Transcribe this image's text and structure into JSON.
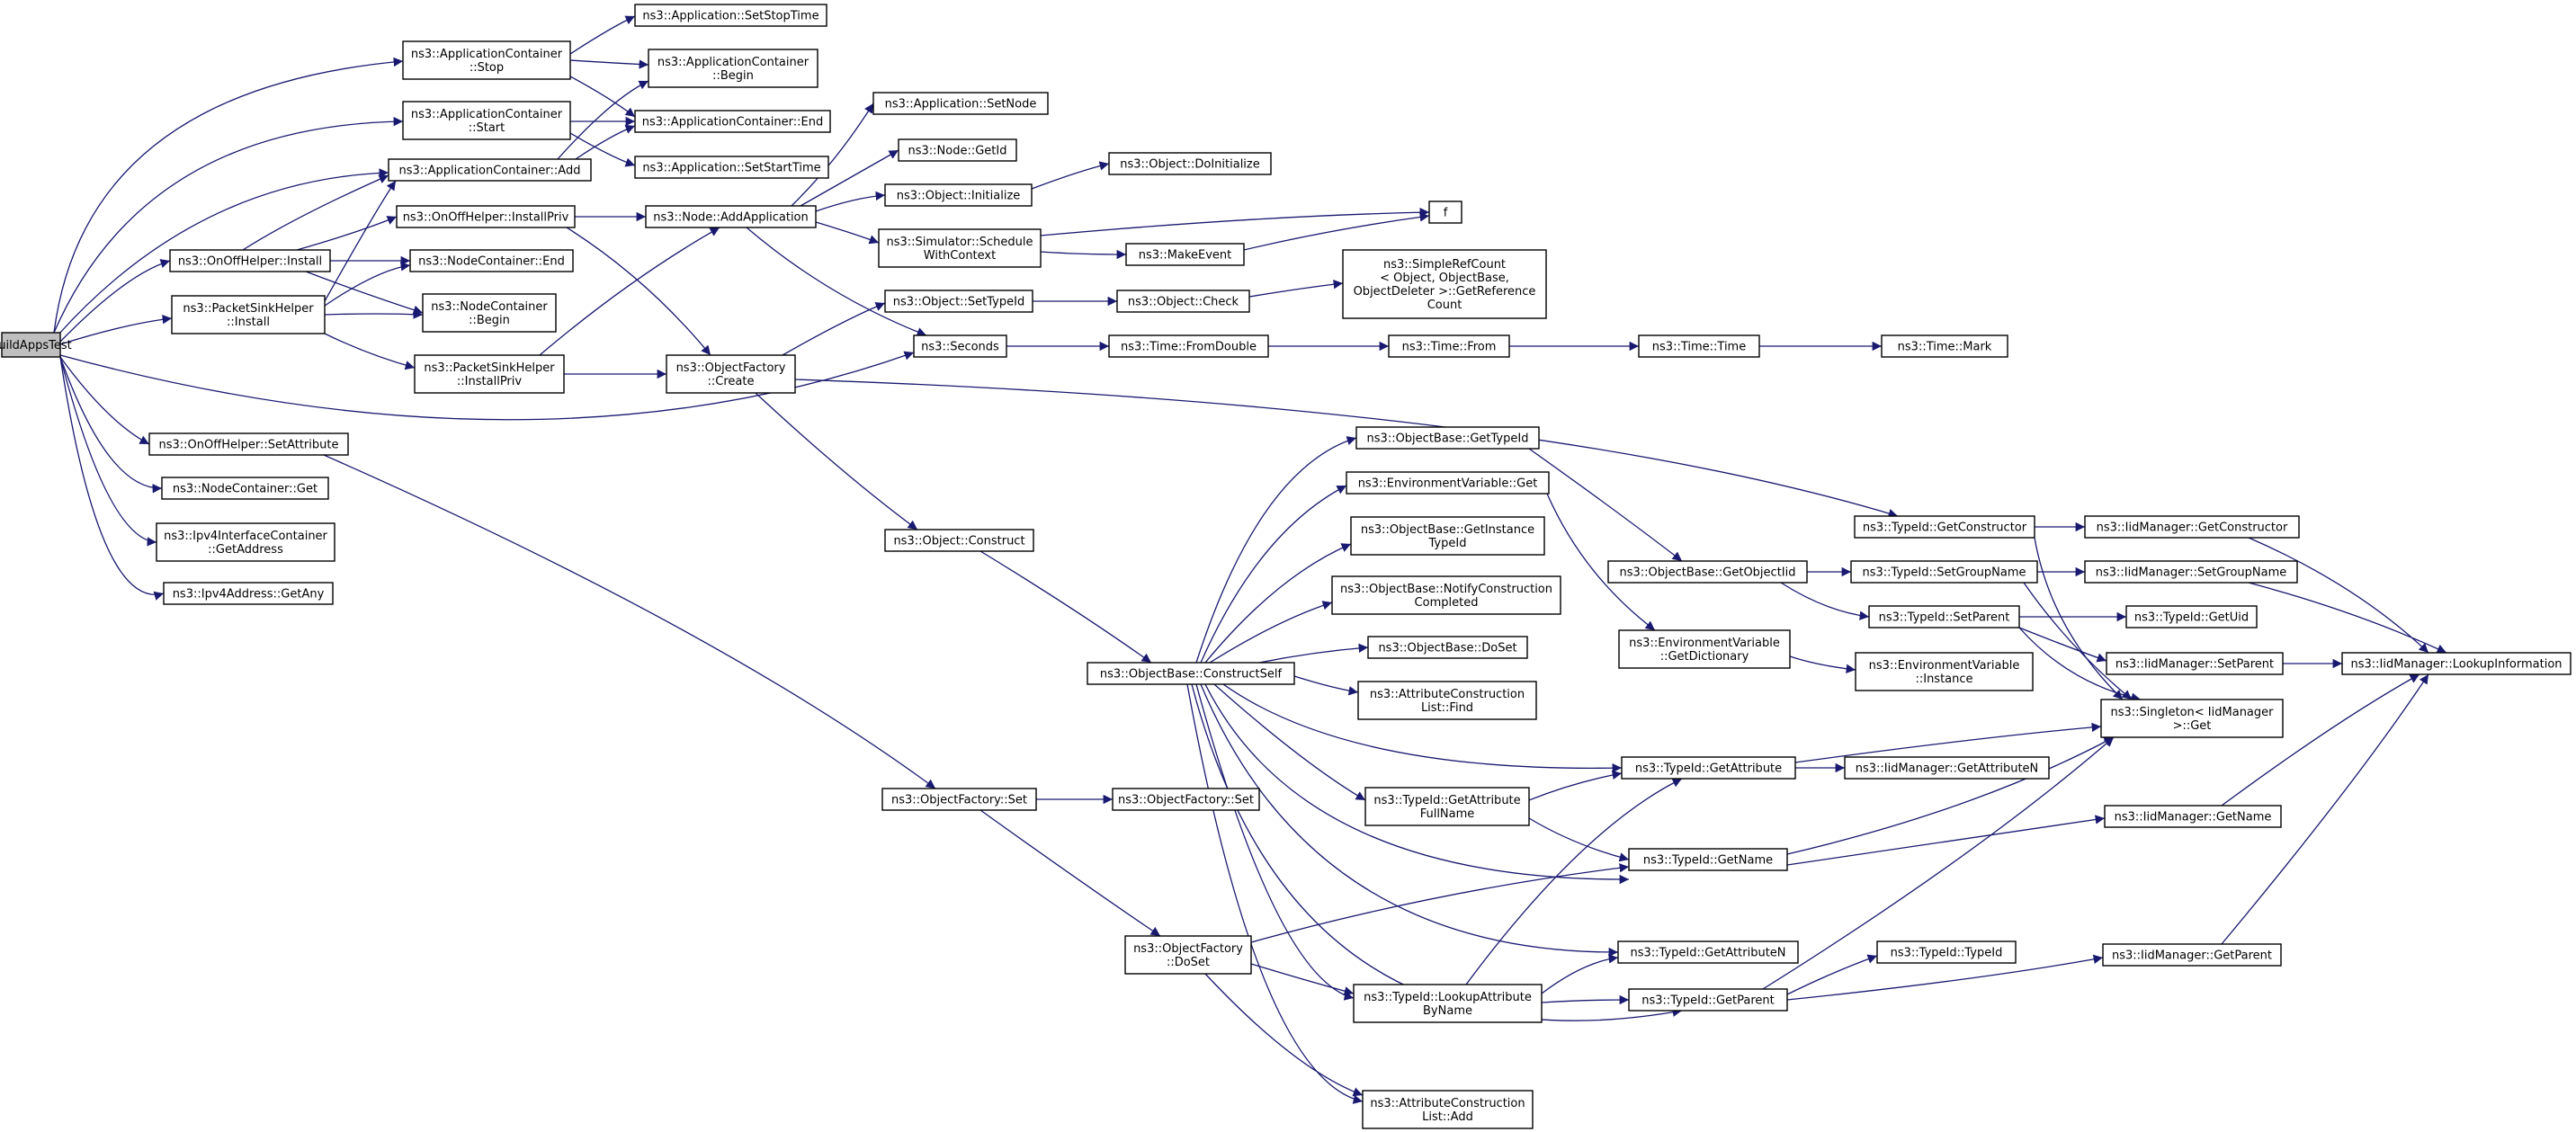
{
  "title": "",
  "edge_color": "#191970",
  "root_fill": "#bfbfbf",
  "nodes": {
    "root": [
      "BuildAppsTest"
    ],
    "onoff_install": [
      "ns3::OnOffHelper::Install"
    ],
    "packetsink_install": [
      "ns3::PacketSinkHelper",
      "::Install"
    ],
    "appcont_stop": [
      "ns3::ApplicationContainer",
      "::Stop"
    ],
    "appcont_start": [
      "ns3::ApplicationContainer",
      "::Start"
    ],
    "appcont_add": [
      "ns3::ApplicationContainer::Add"
    ],
    "onoff_installpriv": [
      "ns3::OnOffHelper::InstallPriv"
    ],
    "nodecont_end": [
      "ns3::NodeContainer::End"
    ],
    "nodecont_begin": [
      "ns3::NodeContainer",
      "::Begin"
    ],
    "packetsink_installpriv": [
      "ns3::PacketSinkHelper",
      "::InstallPriv"
    ],
    "onoff_setattribute": [
      "ns3::OnOffHelper::SetAttribute"
    ],
    "nodecont_get": [
      "ns3::NodeContainer::Get"
    ],
    "ipv4ic_getaddress": [
      "ns3::Ipv4InterfaceContainer",
      "::GetAddress"
    ],
    "ipv4addr_getany": [
      "ns3::Ipv4Address::GetAny"
    ],
    "app_setstoptime": [
      "ns3::Application::SetStopTime"
    ],
    "appcont_begin": [
      "ns3::ApplicationContainer",
      "::Begin"
    ],
    "appcont_end": [
      "ns3::ApplicationContainer::End"
    ],
    "app_setstarttime": [
      "ns3::Application::SetStartTime"
    ],
    "node_addapplication": [
      "ns3::Node::AddApplication"
    ],
    "objfactory_create": [
      "ns3::ObjectFactory",
      "::Create"
    ],
    "app_setnode": [
      "ns3::Application::SetNode"
    ],
    "node_getid": [
      "ns3::Node::GetId"
    ],
    "object_initialize": [
      "ns3::Object::Initialize"
    ],
    "simulator_schedule": [
      "ns3::Simulator::Schedule",
      "WithContext"
    ],
    "object_setypeid": [
      "ns3::Object::SetTypeId"
    ],
    "seconds": [
      "ns3::Seconds"
    ],
    "object_doinitialize": [
      "ns3::Object::DoInitialize"
    ],
    "f": [
      "f"
    ],
    "makeevent": [
      "ns3::MakeEvent"
    ],
    "object_check": [
      "ns3::Object::Check"
    ],
    "simplerefcount": [
      "ns3::SimpleRefCount",
      "< Object, ObjectBase,",
      "ObjectDeleter >::GetReference",
      "Count"
    ],
    "time_fromdouble": [
      "ns3::Time::FromDouble"
    ],
    "time_from": [
      "ns3::Time::From"
    ],
    "time_time": [
      "ns3::Time::Time"
    ],
    "time_mark": [
      "ns3::Time::Mark"
    ],
    "object_construct": [
      "ns3::Object::Construct"
    ],
    "objbase_constructself": [
      "ns3::ObjectBase::ConstructSelf"
    ],
    "objfactory_set": [
      "ns3::ObjectFactory::Set"
    ],
    "objfactory_set2": [
      "ns3::ObjectFactory::Set"
    ],
    "objfactory_doset": [
      "ns3::ObjectFactory",
      "::DoSet"
    ],
    "objbase_gettypeid": [
      "ns3::ObjectBase::GetTypeId"
    ],
    "envvar_get": [
      "ns3::EnvironmentVariable::Get"
    ],
    "objbase_getinstancetypeid": [
      "ns3::ObjectBase::GetInstance",
      "TypeId"
    ],
    "objbase_notify": [
      "ns3::ObjectBase::NotifyConstruction",
      "Completed"
    ],
    "objbase_doset": [
      "ns3::ObjectBase::DoSet"
    ],
    "attrconstr_find": [
      "ns3::AttributeConstruction",
      "List::Find"
    ],
    "typeid_getattributefullname": [
      "ns3::TypeId::GetAttribute",
      "FullName"
    ],
    "typeid_lookupattribute": [
      "ns3::TypeId::LookupAttribute",
      "ByName"
    ],
    "attrconstr_add": [
      "ns3::AttributeConstruction",
      "List::Add"
    ],
    "objbase_getobjectiid": [
      "ns3::ObjectBase::GetObjectIid"
    ],
    "envvar_getdictionary": [
      "ns3::EnvironmentVariable",
      "::GetDictionary"
    ],
    "typeid_getattribute": [
      "ns3::TypeId::GetAttribute"
    ],
    "typeid_getname": [
      "ns3::TypeId::GetName"
    ],
    "typeid_getattributen": [
      "ns3::TypeId::GetAttributeN"
    ],
    "typeid_getparent": [
      "ns3::TypeId::GetParent"
    ],
    "typeid_getconstructor": [
      "ns3::TypeId::GetConstructor"
    ],
    "typeid_setgroupname": [
      "ns3::TypeId::SetGroupName"
    ],
    "typeid_setparent": [
      "ns3::TypeId::SetParent"
    ],
    "envvar_instance": [
      "ns3::EnvironmentVariable",
      "::Instance"
    ],
    "iidm_getattributen": [
      "ns3::IidManager::GetAttributeN"
    ],
    "typeid_typeid": [
      "ns3::TypeId::TypeId"
    ],
    "iidm_getconstructor": [
      "ns3::IidManager::GetConstructor"
    ],
    "iidm_setgroupname": [
      "ns3::IidManager::SetGroupName"
    ],
    "typeid_getuid": [
      "ns3::TypeId::GetUid"
    ],
    "iidm_setparent": [
      "ns3::IidManager::SetParent"
    ],
    "singleton_get": [
      "ns3::Singleton< IidManager",
      ">::Get"
    ],
    "iidm_getname": [
      "ns3::IidManager::GetName"
    ],
    "iidm_getparent": [
      "ns3::IidManager::GetParent"
    ],
    "iidm_lookupinformation": [
      "ns3::IidManager::LookupInformation"
    ]
  }
}
